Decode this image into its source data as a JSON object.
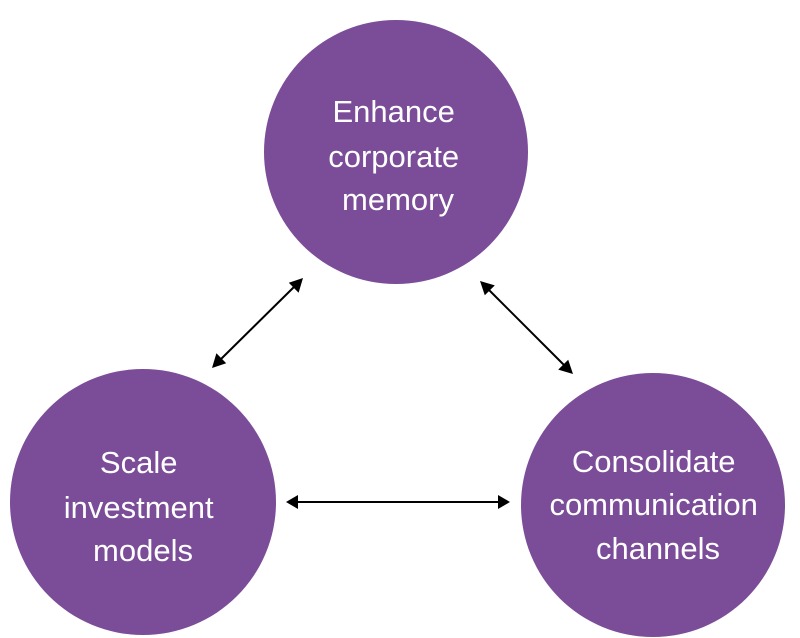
{
  "colors": {
    "node_fill": "#7b4c98",
    "node_text": "#ffffff",
    "connector": "#000000",
    "background": "#ffffff"
  },
  "nodes": {
    "top": {
      "lines": [
        "Enhance",
        "corporate",
        "memory"
      ]
    },
    "left": {
      "lines": [
        "Scale",
        "investment",
        "models"
      ]
    },
    "right": {
      "lines": [
        "Consolidate",
        "communication",
        "channels"
      ]
    }
  },
  "connectors": [
    {
      "from": "left",
      "to": "top",
      "arrowheads": "both"
    },
    {
      "from": "top",
      "to": "right",
      "arrowheads": "both"
    },
    {
      "from": "left",
      "to": "right",
      "arrowheads": "both"
    }
  ]
}
